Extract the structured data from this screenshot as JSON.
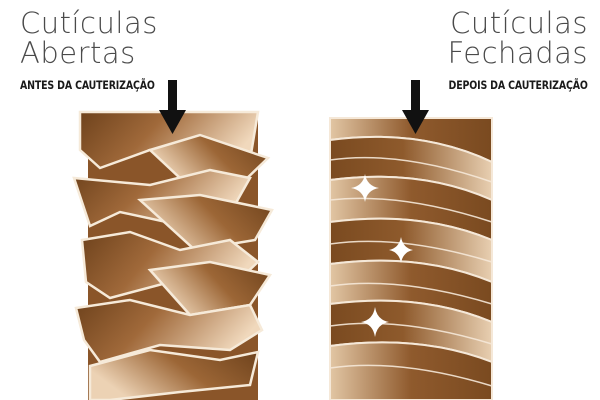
{
  "left_panel": {
    "title_line1": "Cutículas",
    "title_line2": "Abertas",
    "subtitle": "ANTES DA CAUTERIZAÇÃO"
  },
  "right_panel": {
    "title_line1": "Cutículas",
    "title_line2": "Fechadas",
    "subtitle": "DEPOIS DA CAUTERIZAÇÃO"
  },
  "colors": {
    "title_text": "#4a4a4a",
    "subtitle_text": "#1a1a1a",
    "hair_dark": "#7a4b22",
    "hair_mid": "#a06a35",
    "hair_light": "#f2dcc2",
    "scale_outline": "#f5e8d8",
    "arrow": "#111111",
    "sparkle": "#ffffff"
  },
  "icons": [
    "down-arrow-icon",
    "sparkle-icon"
  ]
}
